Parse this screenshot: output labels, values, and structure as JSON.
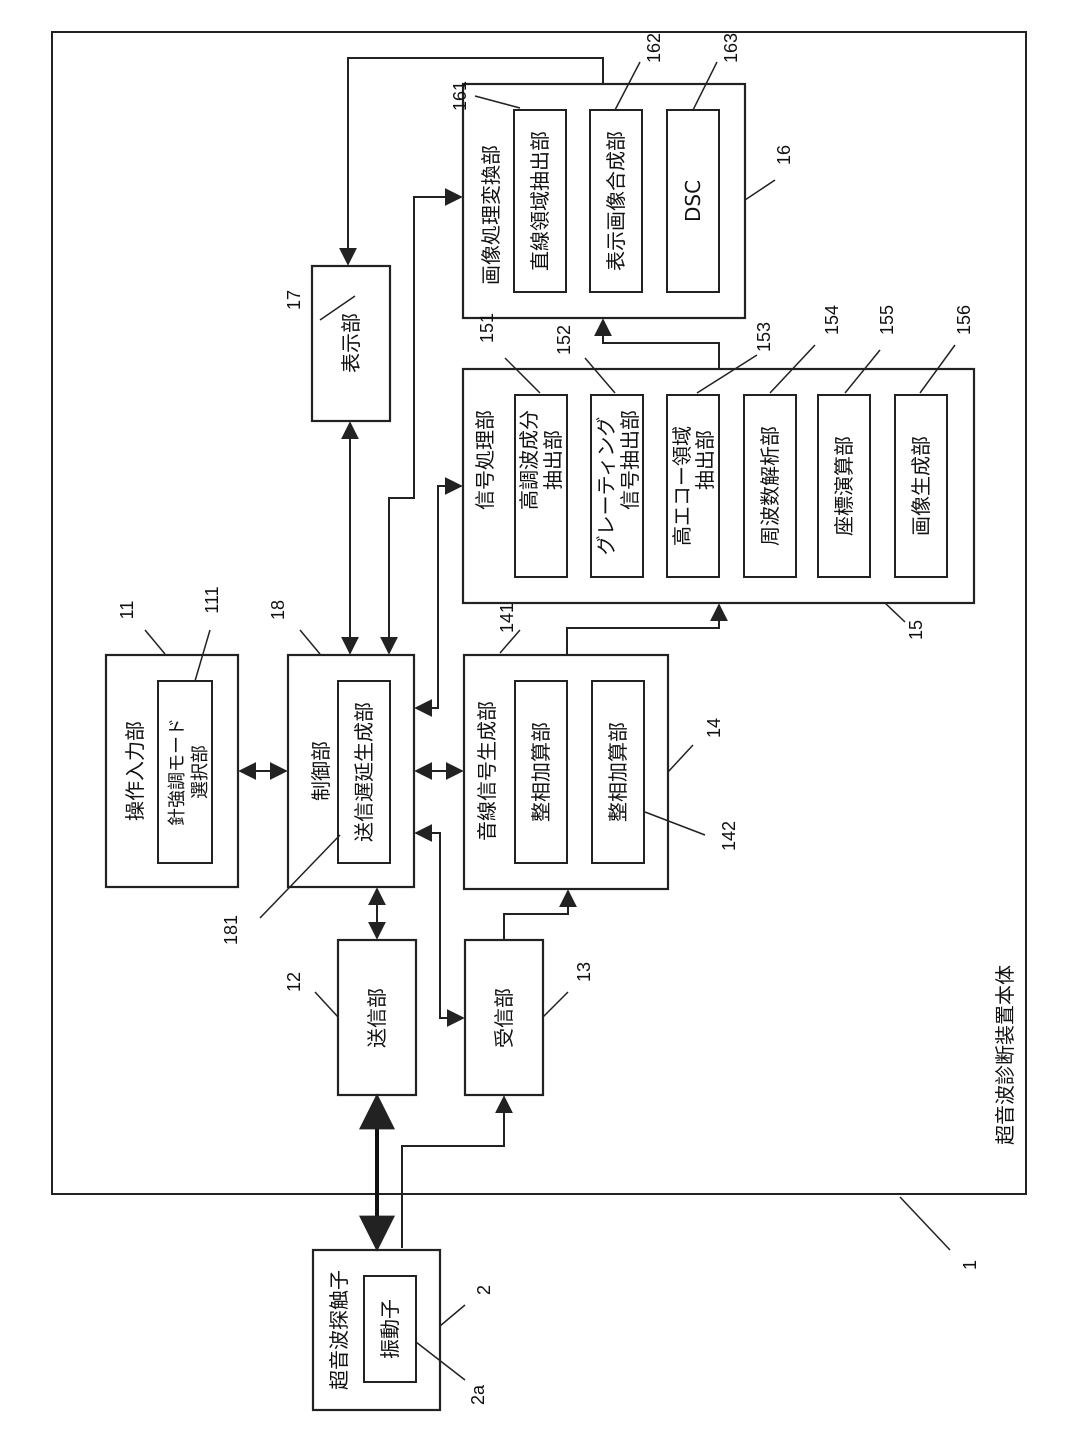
{
  "figure": {
    "orientation": "rotated-90-ccw",
    "main_body": {
      "label": "超音波診断装置本体",
      "ref": "1"
    },
    "probe": {
      "label": "超音波探触子",
      "ref": "2",
      "element": {
        "label": "振動子",
        "ref": "2a"
      }
    },
    "operation_input": {
      "label": "操作入力部",
      "ref": "11",
      "sub": {
        "label_line1": "針強調モード",
        "label_line2": "選択部",
        "ref": "111"
      }
    },
    "transmitter": {
      "label": "送信部",
      "ref": "12"
    },
    "receiver": {
      "label": "受信部",
      "ref": "13"
    },
    "sound_ray": {
      "label": "音線信号生成部",
      "ref": "14",
      "subs": [
        {
          "label": "整相加算部",
          "ref": "141"
        },
        {
          "label": "整相加算部",
          "ref": "142"
        }
      ]
    },
    "signal_processing": {
      "label": "信号処理部",
      "ref": "15",
      "subs": [
        {
          "line1": "高調波成分",
          "line2": "抽出部",
          "ref": "151"
        },
        {
          "line1": "グレーティング",
          "line2": "信号抽出部",
          "ref": "152"
        },
        {
          "line1": "高エコー領域",
          "line2": "抽出部",
          "ref": "153"
        },
        {
          "line1": "周波数解析部",
          "line2": "",
          "ref": "154"
        },
        {
          "line1": "座標演算部",
          "line2": "",
          "ref": "155"
        },
        {
          "line1": "画像生成部",
          "line2": "",
          "ref": "156"
        }
      ]
    },
    "image_processing": {
      "label": "画像処理変換部",
      "ref": "16",
      "subs": [
        {
          "label": "直線領域抽出部",
          "ref": "161"
        },
        {
          "label": "表示画像合成部",
          "ref": "162"
        },
        {
          "label": "DSC",
          "ref": "163"
        }
      ]
    },
    "display": {
      "label": "表示部",
      "ref": "17"
    },
    "control": {
      "label": "制御部",
      "ref": "18",
      "sub": {
        "label": "送信遅延生成部",
        "ref": "181"
      }
    }
  }
}
